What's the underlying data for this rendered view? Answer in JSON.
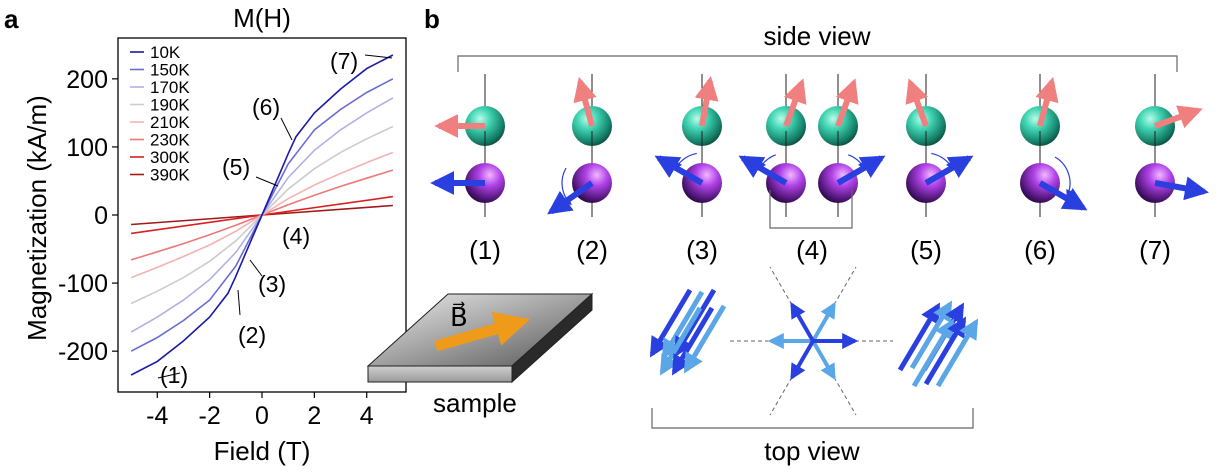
{
  "panel_a": {
    "letter": "a",
    "title": "M(H)",
    "xlabel": "Field (T)",
    "ylabel": "Magnetization (kA/m)",
    "annotations": [
      "(1)",
      "(2)",
      "(3)",
      "(4)",
      "(5)",
      "(6)",
      "(7)"
    ],
    "sample_label": "sample",
    "field_label": "B⃗"
  },
  "panel_b": {
    "letter": "b",
    "side_view_label": "side view",
    "top_view_label": "top view",
    "state_labels": [
      "(1)",
      "(2)",
      "(3)",
      "(4)",
      "(5)",
      "(6)",
      "(7)"
    ]
  },
  "colors": {
    "teal_sphere": "#2ec9a8",
    "purple_sphere": "#8a2fc9",
    "pink_arrow": "#f07f7f",
    "blue_arrow": "#2a3fe0",
    "light_blue_arrow": "#5aa6e6"
  },
  "chart_data": {
    "type": "line",
    "title": "M(H)",
    "xlabel": "Field (T)",
    "ylabel": "Magnetization (kA/m)",
    "xlim": [
      -5.5,
      5.5
    ],
    "ylim": [
      -260,
      260
    ],
    "xticks": [
      -4,
      -2,
      0,
      2,
      4
    ],
    "yticks": [
      -200,
      -100,
      0,
      100,
      200
    ],
    "xtick_labels": [
      "-4",
      "-2",
      "0",
      "2",
      "4"
    ],
    "ytick_labels": [
      "-200",
      "-100",
      "0",
      "100",
      "200"
    ],
    "legend_position": "top-left",
    "series": [
      {
        "name": "10K",
        "color": "#1a1aa6",
        "x": [
          -5,
          -4,
          -3,
          -2,
          -1.3,
          -1.0,
          -0.5,
          0,
          0.5,
          1.0,
          1.3,
          2,
          3,
          4,
          5
        ],
        "y": [
          -235,
          -215,
          -185,
          -150,
          -115,
          -90,
          -45,
          0,
          45,
          90,
          115,
          150,
          185,
          215,
          235
        ]
      },
      {
        "name": "150K",
        "color": "#6a6ad6",
        "x": [
          -5,
          -4,
          -3,
          -2,
          -1,
          0,
          1,
          2,
          3,
          4,
          5
        ],
        "y": [
          -200,
          -180,
          -155,
          -125,
          -75,
          0,
          75,
          125,
          155,
          180,
          200
        ]
      },
      {
        "name": "170K",
        "color": "#b0b0e6",
        "x": [
          -5,
          -4,
          -3,
          -2,
          -1,
          0,
          1,
          2,
          3,
          4,
          5
        ],
        "y": [
          -172,
          -150,
          -125,
          -95,
          -55,
          0,
          55,
          95,
          125,
          150,
          172
        ]
      },
      {
        "name": "190K",
        "color": "#cccccc",
        "x": [
          -5,
          -4,
          -3,
          -2,
          -1,
          0,
          1,
          2,
          3,
          4,
          5
        ],
        "y": [
          -130,
          -112,
          -92,
          -68,
          -38,
          0,
          38,
          68,
          92,
          112,
          130
        ]
      },
      {
        "name": "210K",
        "color": "#f4b2b2",
        "x": [
          -5,
          -4,
          -3,
          -2,
          -1,
          0,
          1,
          2,
          3,
          4,
          5
        ],
        "y": [
          -92,
          -77,
          -61,
          -44,
          -24,
          0,
          24,
          44,
          61,
          77,
          92
        ]
      },
      {
        "name": "230K",
        "color": "#ec7878",
        "x": [
          -5,
          -4,
          -3,
          -2,
          -1,
          0,
          1,
          2,
          3,
          4,
          5
        ],
        "y": [
          -66,
          -54,
          -42,
          -29,
          -15,
          0,
          15,
          29,
          42,
          54,
          66
        ]
      },
      {
        "name": "300K",
        "color": "#d82020",
        "x": [
          -5,
          0,
          5
        ],
        "y": [
          -27,
          0,
          27
        ]
      },
      {
        "name": "390K",
        "color": "#a01818",
        "x": [
          -5,
          0,
          5
        ],
        "y": [
          -14,
          0,
          14
        ]
      }
    ]
  }
}
